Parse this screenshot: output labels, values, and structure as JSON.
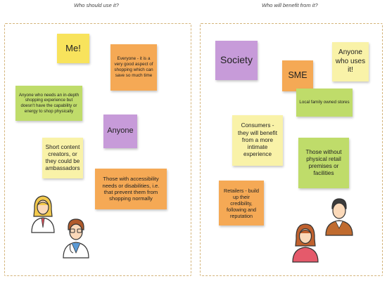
{
  "headers": {
    "left": "Who should use it?",
    "right": "Who will benefit from it?"
  },
  "left_notes": {
    "me": "Me!",
    "everyone": "Everyone - it is a very good aspect of shopping which can save so much time",
    "indepth": "Anyone who needs an in-depth shopping experience but doesn't have the capability or energy to shop physically",
    "anyone": "Anyone",
    "creators": "Short content creators, or they could be ambassadors",
    "accessibility": "Those with accessibility needs or disabilities, i.e. that prevent them from shopping normally"
  },
  "right_notes": {
    "society": "Society",
    "anyone_uses": "Anyone who uses it!",
    "sme": "SME",
    "local": "Local family owned stores",
    "consumers": "Consumers - they will benefit from a more intimate experience",
    "without_premises": "Those without physical retail premises or facilities",
    "retailers": "Retailers - build up their credibility, following and reputation"
  },
  "colors": {
    "yellow": "#f8e35c",
    "orange": "#f5a955",
    "green": "#bfdc6a",
    "purple": "#c79bd9",
    "light_yellow": "#f9f2a8",
    "border": "#d4b47a"
  },
  "icons": [
    "woman-avatar-icon",
    "doctor-avatar-icon",
    "man-avatar-icon",
    "woman-avatar-icon"
  ]
}
